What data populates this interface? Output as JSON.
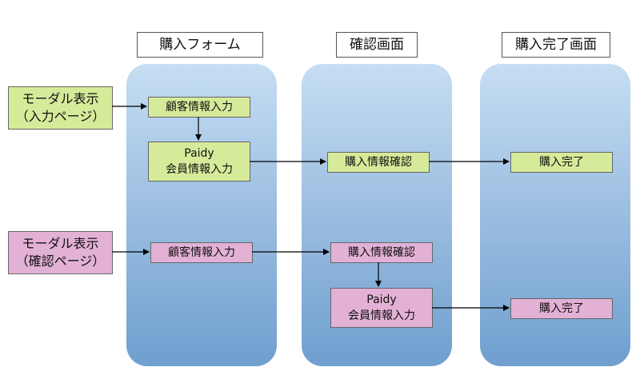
{
  "columns": [
    {
      "title": "購入フォーム"
    },
    {
      "title": "確認画面"
    },
    {
      "title": "購入完了画面"
    }
  ],
  "sources": [
    {
      "line1": "モーダル表示",
      "line2": "（入力ページ）"
    },
    {
      "line1": "モーダル表示",
      "line2": "（確認ページ）"
    }
  ],
  "flow_green": {
    "customer_info": "顧客情報入力",
    "paidy_line1": "Paidy",
    "paidy_line2": "会員情報入力",
    "confirm": "購入情報確認",
    "complete": "購入完了"
  },
  "flow_pink": {
    "customer_info": "顧客情報入力",
    "confirm": "購入情報確認",
    "paidy_line1": "Paidy",
    "paidy_line2": "会員情報入力",
    "complete": "購入完了"
  },
  "colors": {
    "green_box": "#d6eb9a",
    "pink_box": "#e3b1d6",
    "column_fill": "#9fc0e2"
  }
}
